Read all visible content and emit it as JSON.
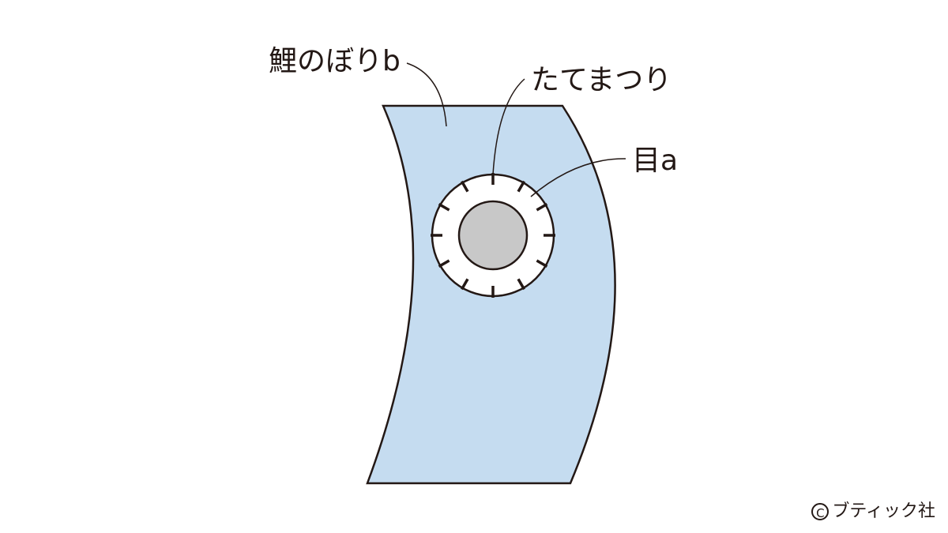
{
  "diagram": {
    "labels": {
      "fabric": "鯉のぼりb",
      "stitch": "たてまつり",
      "eye": "目a"
    },
    "colors": {
      "fabric_fill": "#c5dcf0",
      "outline": "#231815",
      "eye_ring": "#ffffff",
      "eye_center": "#c8c8c8"
    }
  },
  "credit": {
    "mark": "C",
    "text": "ブティック社"
  }
}
